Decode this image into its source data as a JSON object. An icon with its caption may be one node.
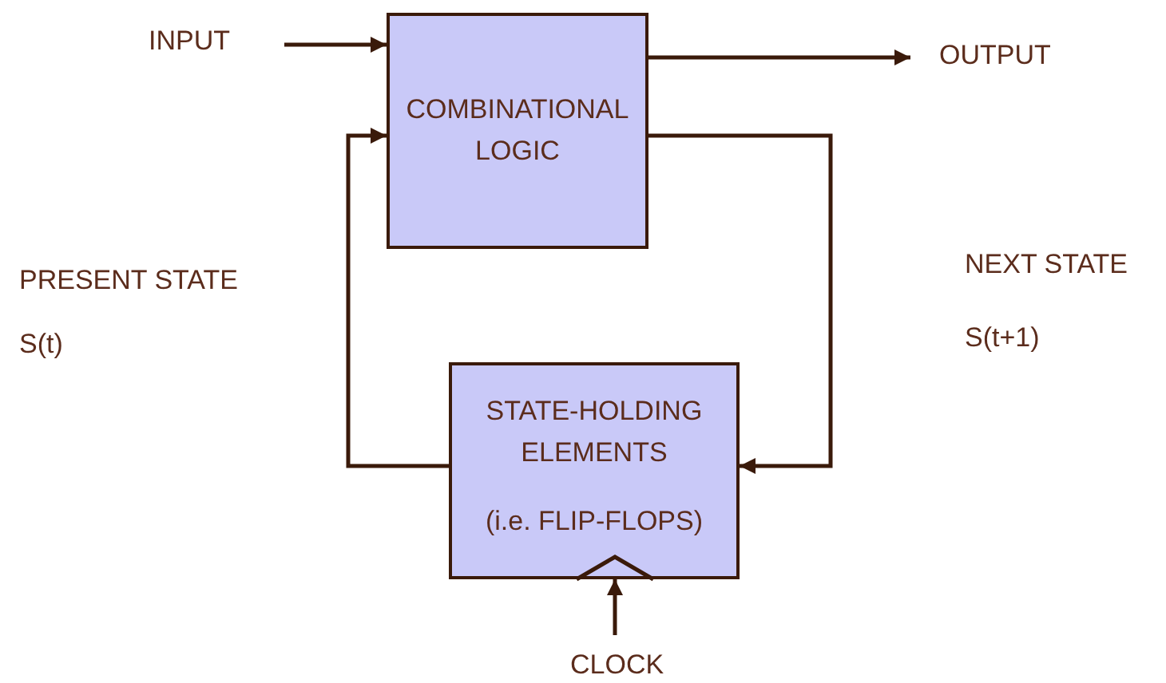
{
  "diagram": {
    "nodes": [
      {
        "text": [
          "INPUT"
        ]
      },
      {
        "text": [
          "COMBINATIONAL LOGIC"
        ]
      },
      {
        "text": [
          "OUTPUT"
        ]
      },
      {
        "text": [
          "STATE-HOLDING ELEMENTS",
          "(i.e. FLIP-FLOPS)"
        ]
      },
      {
        "text": [
          "CLOCK"
        ]
      }
    ],
    "edges": [
      {
        "from": 0,
        "to": 1,
        "arrow": "to"
      },
      {
        "from": 1,
        "to": 2,
        "arrow": "to"
      },
      {
        "from": 3,
        "to": 1,
        "arrow": "to"
      },
      {
        "from": 1,
        "to": 3,
        "arrow": "to"
      },
      {
        "from": 4,
        "to": 3,
        "arrow": "to"
      }
    ],
    "labels": [
      "PRESENT STATE",
      "S(t)",
      "NEXT STATE",
      "S(t+1)"
    ]
  }
}
